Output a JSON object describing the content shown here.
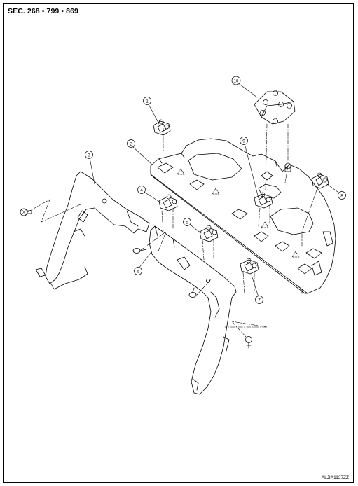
{
  "header": {
    "section_label": "SEC. 268 • 799 • 869"
  },
  "callouts": [
    {
      "id": "callout-1",
      "number": "1"
    },
    {
      "id": "callout-2",
      "number": "2"
    },
    {
      "id": "callout-3",
      "number": "3"
    },
    {
      "id": "callout-4",
      "number": "4"
    },
    {
      "id": "callout-5",
      "number": "5"
    },
    {
      "id": "callout-6",
      "number": "6"
    },
    {
      "id": "callout-7",
      "number": "7"
    },
    {
      "id": "callout-8",
      "number": "8"
    },
    {
      "id": "callout-9",
      "number": "9"
    },
    {
      "id": "callout-10",
      "number": "10"
    }
  ],
  "footer": {
    "figure_id": "ALJIA1127ZZ"
  },
  "colors": {
    "line": "#000000",
    "background": "#ffffff"
  }
}
